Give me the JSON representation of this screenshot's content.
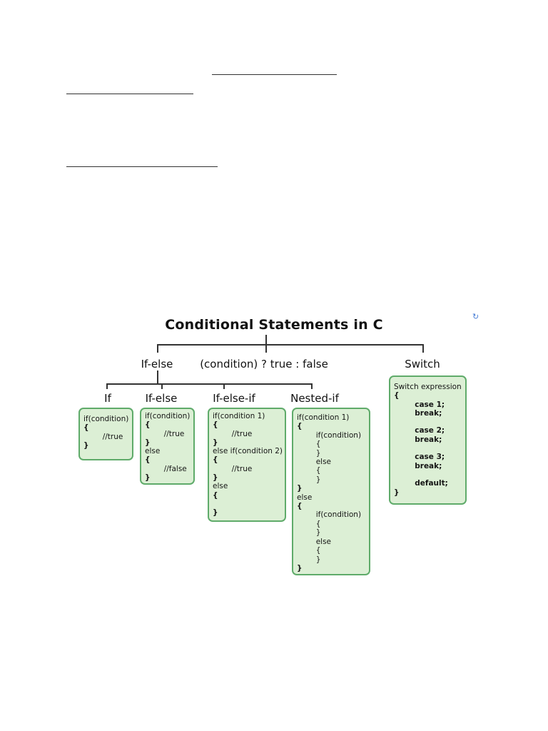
{
  "diagram": {
    "title": "Conditional Statements in C",
    "branches": {
      "if_else": "If-else",
      "ternary": "(condition) ? true : false",
      "switch": "Switch"
    },
    "subtypes": {
      "if": "If",
      "if_else": "If-else",
      "if_else_if": "If-else-if",
      "nested_if": "Nested-if"
    },
    "code": {
      "if": [
        "if(condition)",
        "{",
        "        //true",
        "}"
      ],
      "if_else": [
        "if(condition)",
        "{",
        "        //true",
        "}",
        "else",
        "{",
        "        //false",
        "}"
      ],
      "if_else_if": [
        "if(condition 1)",
        "{",
        "        //true",
        "}",
        "else if(condition 2)",
        "{",
        "        //true",
        "}",
        "else",
        "{",
        "",
        "}"
      ],
      "nested_if": [
        "if(condition 1)",
        "{",
        "        if(condition)",
        "        {",
        "        }",
        "        else",
        "        {",
        "        }",
        "}",
        "else",
        "{",
        "        if(condition)",
        "        {",
        "        }",
        "        else",
        "        {",
        "        }",
        "}"
      ],
      "switch": [
        "Switch expression",
        "{",
        "        case 1;",
        "        break;",
        "",
        "        case 2;",
        "        break;",
        "",
        "        case 3;",
        "        break;",
        "",
        "        default;",
        "}"
      ]
    }
  },
  "colors": {
    "box_fill": "#dcefd5",
    "box_border": "#5fab6a",
    "connector": "#333333"
  }
}
